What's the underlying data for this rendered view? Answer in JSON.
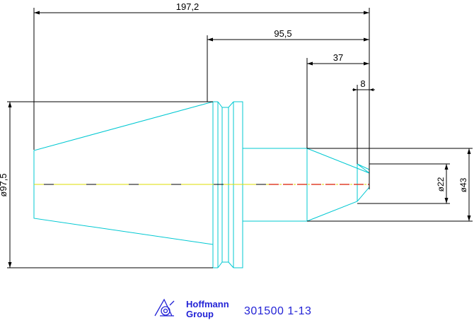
{
  "dimensions": {
    "overall_length": "197,2",
    "length_95": "95,5",
    "length_37": "37",
    "length_8": "8",
    "dia_97": "ø97,5",
    "dia_22": "ø22",
    "dia_43": "ø43"
  },
  "footer": {
    "brand_line1": "Hoffmann",
    "brand_line2": "Group",
    "part_number": "301500  1-13"
  },
  "colors": {
    "outline": "#00c8d2",
    "dimension": "#000000",
    "centerline": "#dede00",
    "center_red": "#e0402a",
    "brand": "#2323d6"
  }
}
